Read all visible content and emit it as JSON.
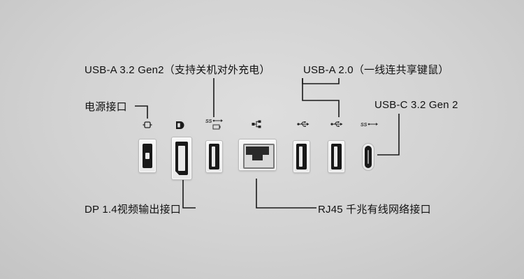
{
  "labels": {
    "usb_a_32": "USB-A 3.2 Gen2（支持关机对外充电）",
    "power": "电源接口",
    "usb_a_20": "USB-A 2.0（一线连共享键鼠）",
    "usb_c_32": "USB-C 3.2 Gen 2",
    "dp": "DP 1.4视频输出接口",
    "rj45": "RJ45 千兆有线网络接口"
  },
  "icons": {
    "usb_a_32_prefix": "SS",
    "usb_c_prefix": "SS",
    "dp_glyph": "D"
  }
}
